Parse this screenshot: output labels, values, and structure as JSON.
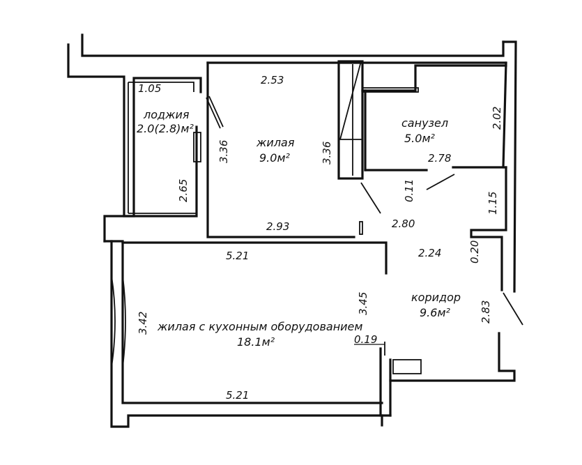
{
  "rooms": {
    "loggia": {
      "name": "лоджия",
      "area": "2.0(2.8)м²"
    },
    "bedroom": {
      "name": "жилая",
      "area": "9.0м²"
    },
    "bathroom": {
      "name": "санузел",
      "area": "5.0м²"
    },
    "living_kitchen": {
      "name": "жилая с кухонным оборудованием",
      "area": "18.1м²"
    },
    "corridor": {
      "name": "коридор",
      "area": "9.6м²"
    }
  },
  "dims": {
    "loggia_top": "1.05",
    "loggia_side": "2.65",
    "bedroom_top": "2.53",
    "bedroom_left": "3.36",
    "bedroom_right": "3.36",
    "bedroom_bottom": "2.93",
    "bath_right": "2.02",
    "bath_bottom": "2.78",
    "bath_gap": "0.11",
    "corr_1_15": "1.15",
    "corr_2_80": "2.80",
    "corr_2_24": "2.24",
    "corr_0_20": "0.20",
    "corr_2_83": "2.83",
    "living_top": "5.21",
    "living_bottom": "5.21",
    "living_left": "3.42",
    "living_right": "3.45",
    "living_0_19": "0.19"
  }
}
